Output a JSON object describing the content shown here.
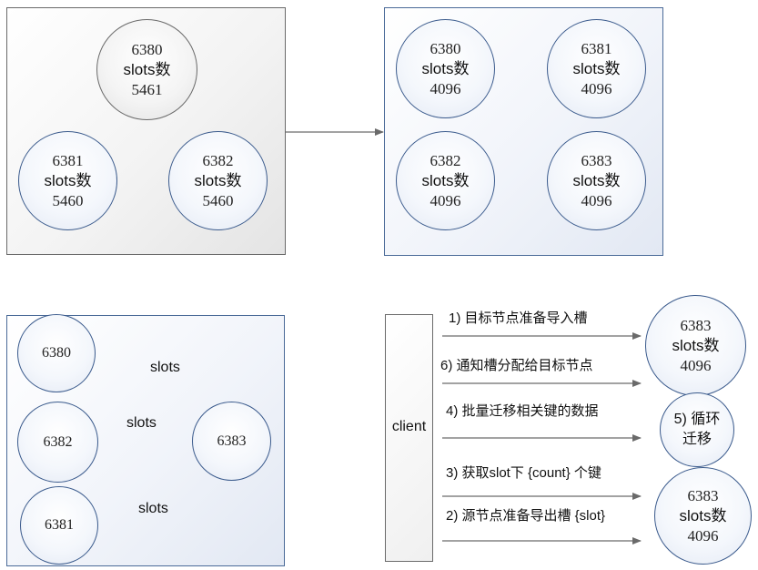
{
  "top_left": {
    "nodes": [
      {
        "port": "6380",
        "label": "slots数",
        "count": "5461"
      },
      {
        "port": "6381",
        "label": "slots数",
        "count": "5460"
      },
      {
        "port": "6382",
        "label": "slots数",
        "count": "5460"
      }
    ]
  },
  "top_right": {
    "nodes": [
      {
        "port": "6380",
        "label": "slots数",
        "count": "4096"
      },
      {
        "port": "6381",
        "label": "slots数",
        "count": "4096"
      },
      {
        "port": "6382",
        "label": "slots数",
        "count": "4096"
      },
      {
        "port": "6383",
        "label": "slots数",
        "count": "4096"
      }
    ]
  },
  "bottom_left": {
    "nodes": [
      "6380",
      "6382",
      "6381",
      "6383"
    ],
    "edge_label": "slots"
  },
  "bottom_right": {
    "client": "client",
    "steps": [
      "1) 目标节点准备导入槽",
      "6) 通知槽分配给目标节点",
      "4) 批量迁移相关键的数据",
      "3) 获取slot下 {count} 个键",
      "2) 源节点准备导出槽 {slot}"
    ],
    "target_node": {
      "port": "6383",
      "label": "slots数",
      "count": "4096"
    },
    "loop_node": {
      "line1": "5) 循环",
      "line2": "迁移"
    },
    "source_node": {
      "port": "6383",
      "label": "slots数",
      "count": "4096"
    }
  }
}
